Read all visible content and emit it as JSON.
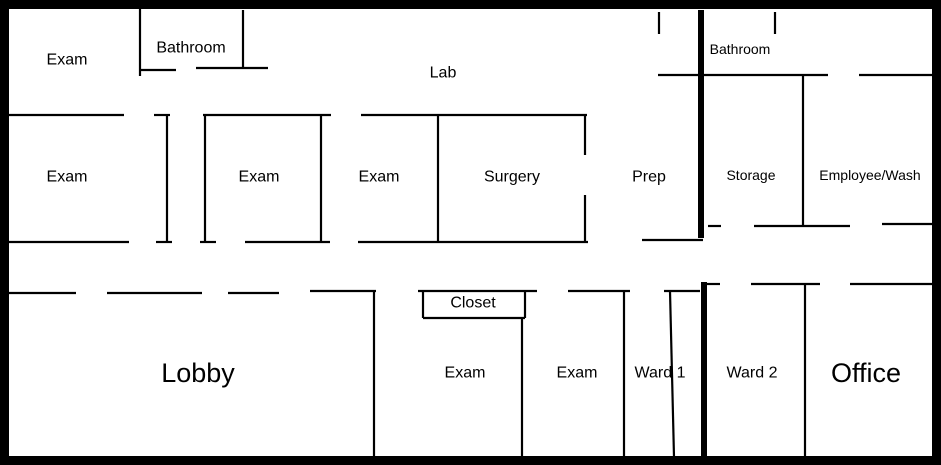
{
  "floor_plan": {
    "rooms": {
      "exam_top_left": "Exam",
      "bathroom_left": "Bathroom",
      "lab": "Lab",
      "bathroom_right": "Bathroom",
      "exam_row2_1": "Exam",
      "exam_row2_2": "Exam",
      "exam_row2_3": "Exam",
      "surgery": "Surgery",
      "prep": "Prep",
      "storage": "Storage",
      "employee_wash": "Employee/Wash",
      "closet": "Closet",
      "lobby": "Lobby",
      "exam_bottom_1": "Exam",
      "exam_bottom_2": "Exam",
      "ward_1": "Ward 1",
      "ward_2": "Ward 2",
      "office": "Office"
    }
  }
}
